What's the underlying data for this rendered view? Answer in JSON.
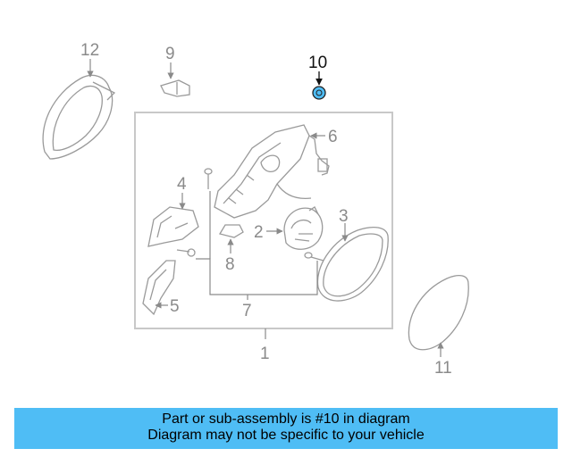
{
  "diagram": {
    "callouts": [
      {
        "id": "1",
        "text": "1"
      },
      {
        "id": "2",
        "text": "2"
      },
      {
        "id": "3",
        "text": "3"
      },
      {
        "id": "4",
        "text": "4"
      },
      {
        "id": "5",
        "text": "5"
      },
      {
        "id": "6",
        "text": "6"
      },
      {
        "id": "7",
        "text": "7"
      },
      {
        "id": "8",
        "text": "8"
      },
      {
        "id": "9",
        "text": "9"
      },
      {
        "id": "10",
        "text": "10"
      },
      {
        "id": "11",
        "text": "11"
      },
      {
        "id": "12",
        "text": "12"
      }
    ],
    "highlighted_part": "10",
    "highlight_color": "#4fbdf5",
    "line_color": "#9a9a9a"
  },
  "banner": {
    "line1": "Part or sub-assembly is #10 in diagram",
    "line2": "Diagram may not be specific to your vehicle",
    "background": "#4fbdf5"
  }
}
